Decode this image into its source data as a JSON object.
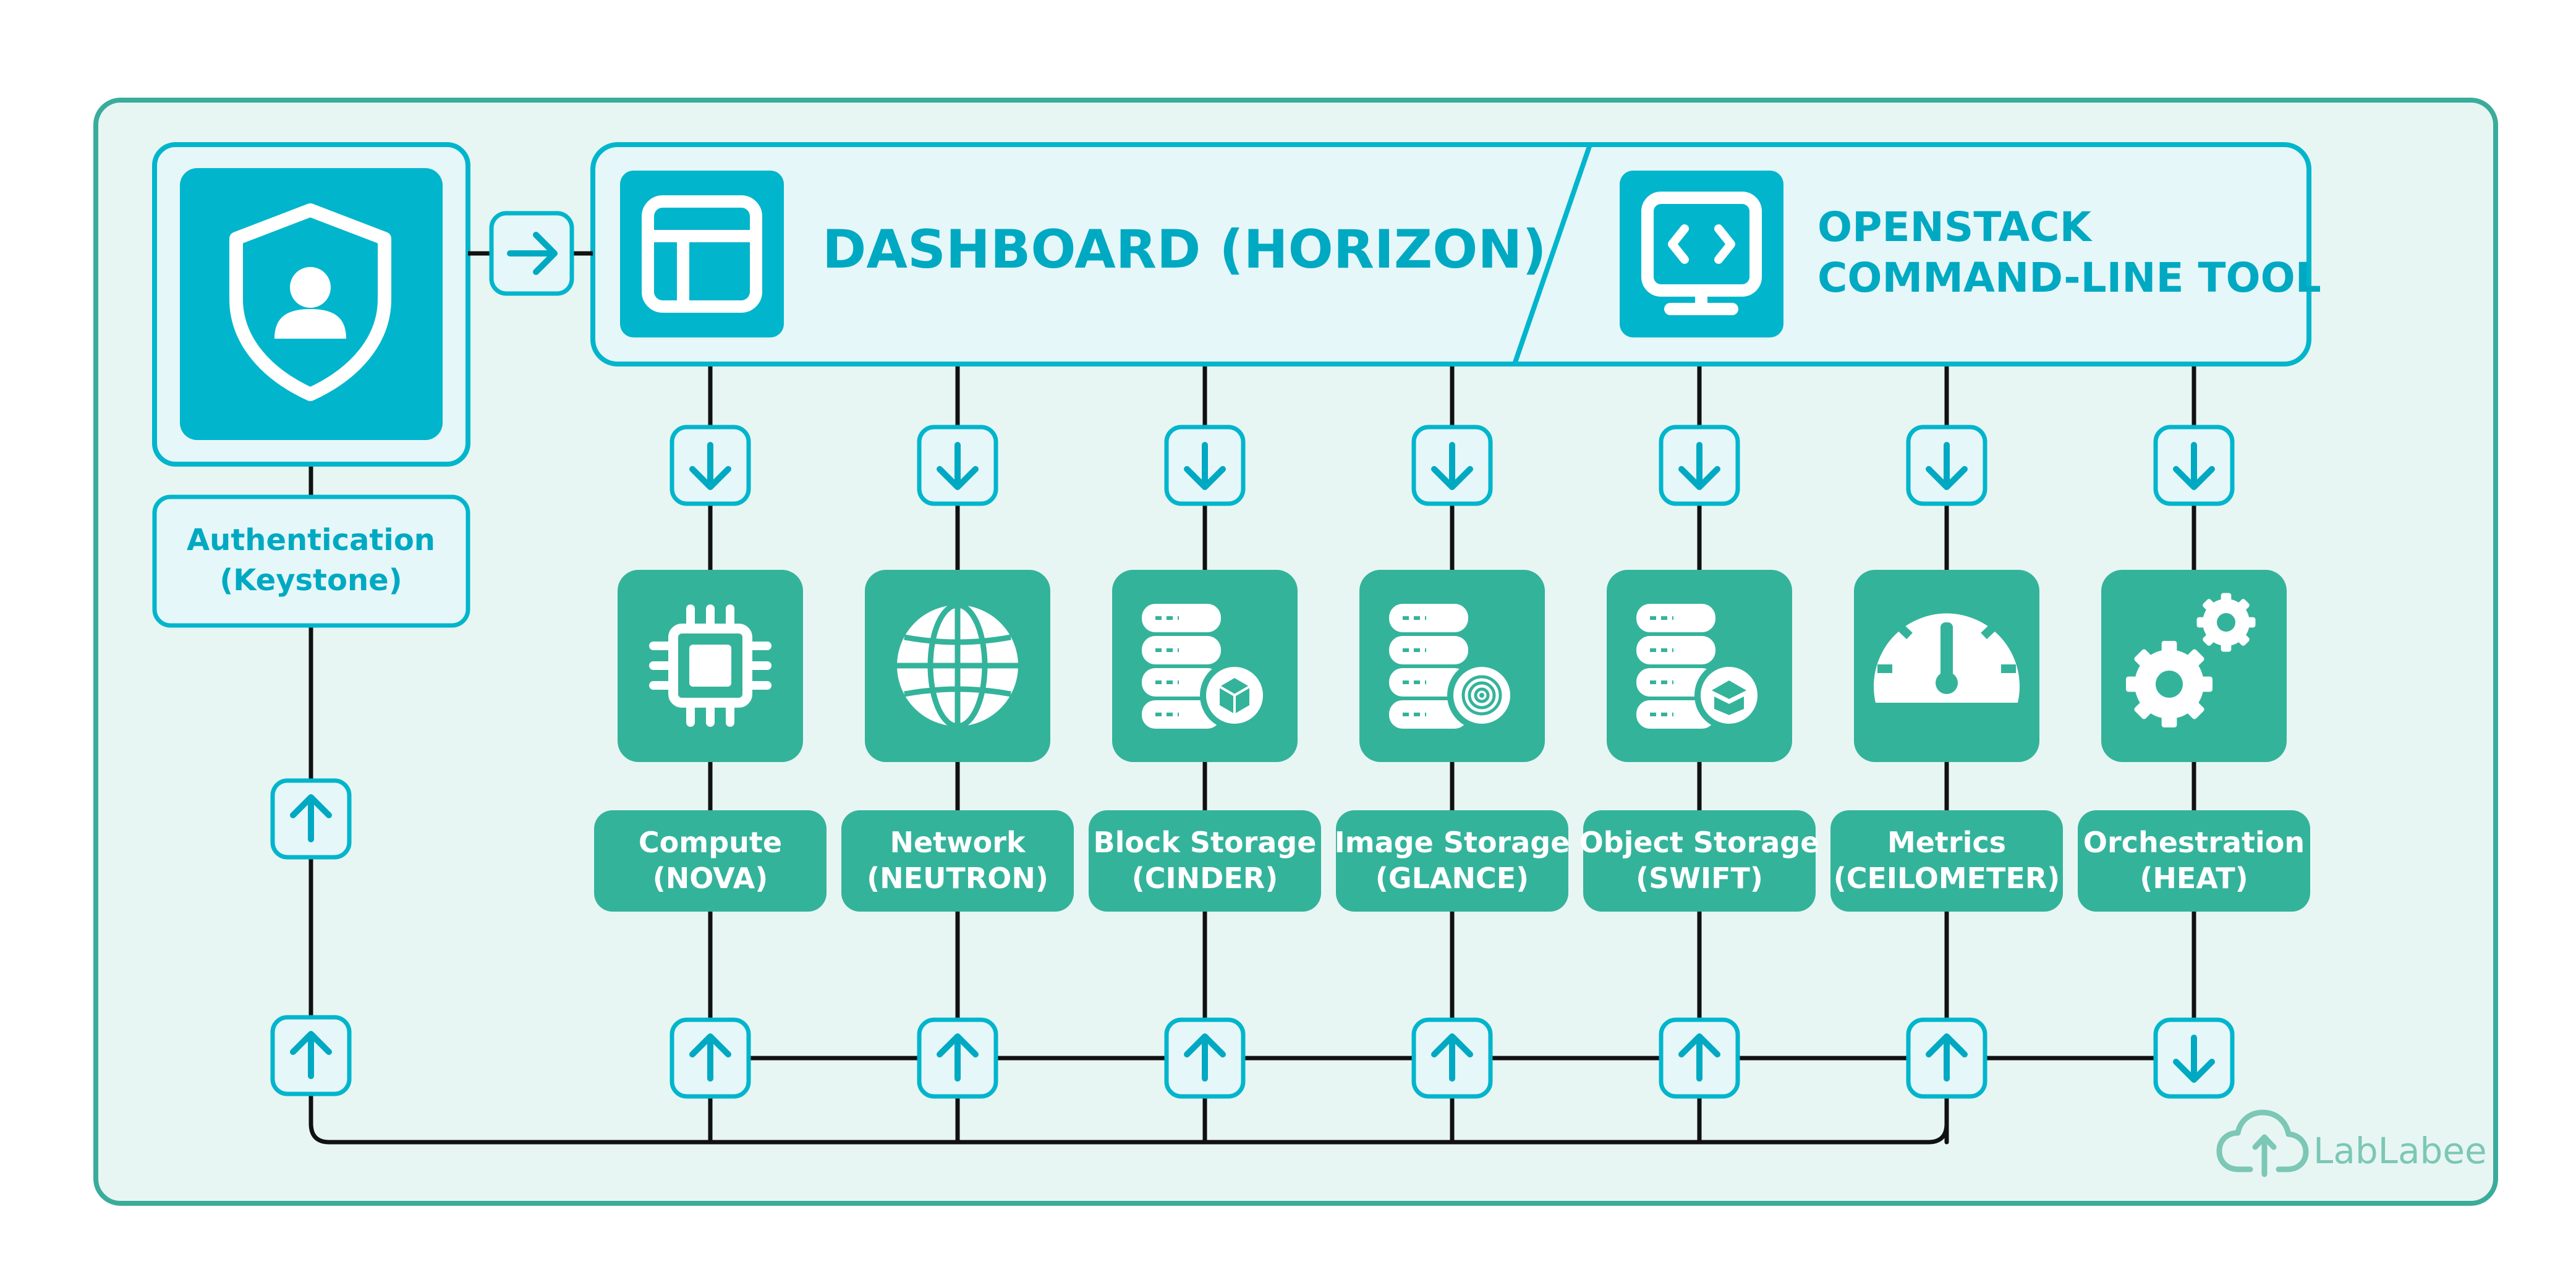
{
  "colors": {
    "panel_bg": "#e8f6f3",
    "panel_border": "#3aac9a",
    "cyan": "#00b5cc",
    "cyan_light": "#e6f7fa",
    "teal": "#34b39b",
    "line": "#111111",
    "brand": "#7cc7b5"
  },
  "auth": {
    "label_line1": "Authentication",
    "label_line2": "(Keystone)",
    "icon": "user-shield-icon"
  },
  "dashboard": {
    "title": "DASHBOARD (HORIZON)",
    "icon": "layout-window-icon"
  },
  "cli": {
    "title_line1": "OPENSTACK",
    "title_line2": "COMMAND-LINE TOOL",
    "icon": "code-monitor-icon"
  },
  "services": [
    {
      "line1": "Compute",
      "line2": "(NOVA)",
      "icon": "cpu-chip-icon",
      "bottom_arrow": "up"
    },
    {
      "line1": "Network",
      "line2": "(NEUTRON)",
      "icon": "globe-icon",
      "bottom_arrow": "up"
    },
    {
      "line1": "Block Storage",
      "line2": "(CINDER)",
      "icon": "database-cube-icon",
      "bottom_arrow": "up"
    },
    {
      "line1": "Image Storage",
      "line2": "(GLANCE)",
      "icon": "database-disc-icon",
      "bottom_arrow": "up"
    },
    {
      "line1": "Object Storage",
      "line2": "(SWIFT)",
      "icon": "database-box-icon",
      "bottom_arrow": "up"
    },
    {
      "line1": "Metrics",
      "line2": "(CEILOMETER)",
      "icon": "gauge-icon",
      "bottom_arrow": "up"
    },
    {
      "line1": "Orchestration",
      "line2": "(HEAT)",
      "icon": "gears-icon",
      "bottom_arrow": "down"
    }
  ],
  "brand": {
    "name": "LabLabee",
    "icon": "cloud-logo-icon"
  }
}
